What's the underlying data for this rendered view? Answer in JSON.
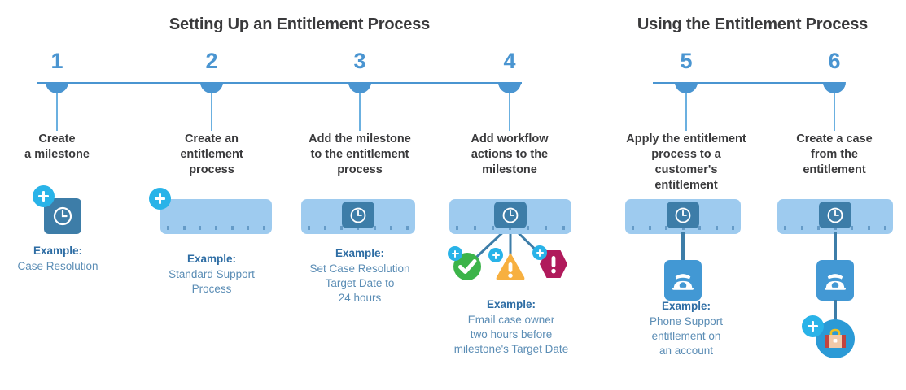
{
  "sections": [
    {
      "title": "Setting Up an Entitlement Process"
    },
    {
      "title": "Using the Entitlement Process"
    }
  ],
  "steps": [
    {
      "number": "1",
      "caption": "Create\na milestone",
      "example_label": "Example:",
      "example_text": "Case Resolution",
      "icons": [
        "plus-badge-icon",
        "milestone-clock-icon"
      ]
    },
    {
      "number": "2",
      "caption": "Create an\nentitlement process",
      "example_label": "Example:",
      "example_text": "Standard Support\nProcess",
      "icons": [
        "plus-badge-icon",
        "entitlement-process-bar-icon"
      ]
    },
    {
      "number": "3",
      "caption": "Add the milestone\nto the entitlement\nprocess",
      "example_label": "Example:",
      "example_text": "Set Case Resolution\nTarget Date to\n24 hours",
      "icons": [
        "entitlement-process-bar-icon",
        "milestone-clock-icon"
      ]
    },
    {
      "number": "4",
      "caption": "Add workflow\nactions to the\nmilestone",
      "example_label": "Example:",
      "example_text": "Email case owner\ntwo hours before\nmilestone's Target Date",
      "icons": [
        "entitlement-process-bar-icon",
        "milestone-clock-icon",
        "workflow-success-check-icon",
        "workflow-warning-triangle-icon",
        "workflow-alert-hexagon-icon"
      ]
    },
    {
      "number": "5",
      "caption": "Apply the entitlement\nprocess to a customer's\nentitlement",
      "example_label": "Example:",
      "example_text": "Phone Support\nentitlement on\nan account",
      "icons": [
        "entitlement-process-bar-icon",
        "milestone-clock-icon",
        "phone-support-icon"
      ]
    },
    {
      "number": "6",
      "caption": "Create a case\nfrom the\nentitlement",
      "example_label": "",
      "example_text": "",
      "icons": [
        "entitlement-process-bar-icon",
        "milestone-clock-icon",
        "phone-support-icon",
        "plus-badge-icon",
        "case-briefcase-icon"
      ]
    }
  ],
  "colors": {
    "timeline_blue": "#4a95d1",
    "number_blue": "#4a95d1",
    "bar_light_blue": "#9ecbef",
    "clock_tile_blue": "#3d7da8",
    "plus_badge_cyan": "#29b3e8",
    "phone_tile_blue": "#4298d4",
    "case_circle_blue": "#2b9ad6",
    "success_green": "#3cb44a",
    "warning_amber": "#f7b040",
    "alert_magenta": "#b01a5b",
    "caption_text": "#3a3a3c",
    "example_label_text": "#2e6da4",
    "example_body_text": "#5b8db5",
    "background": "#ffffff"
  }
}
